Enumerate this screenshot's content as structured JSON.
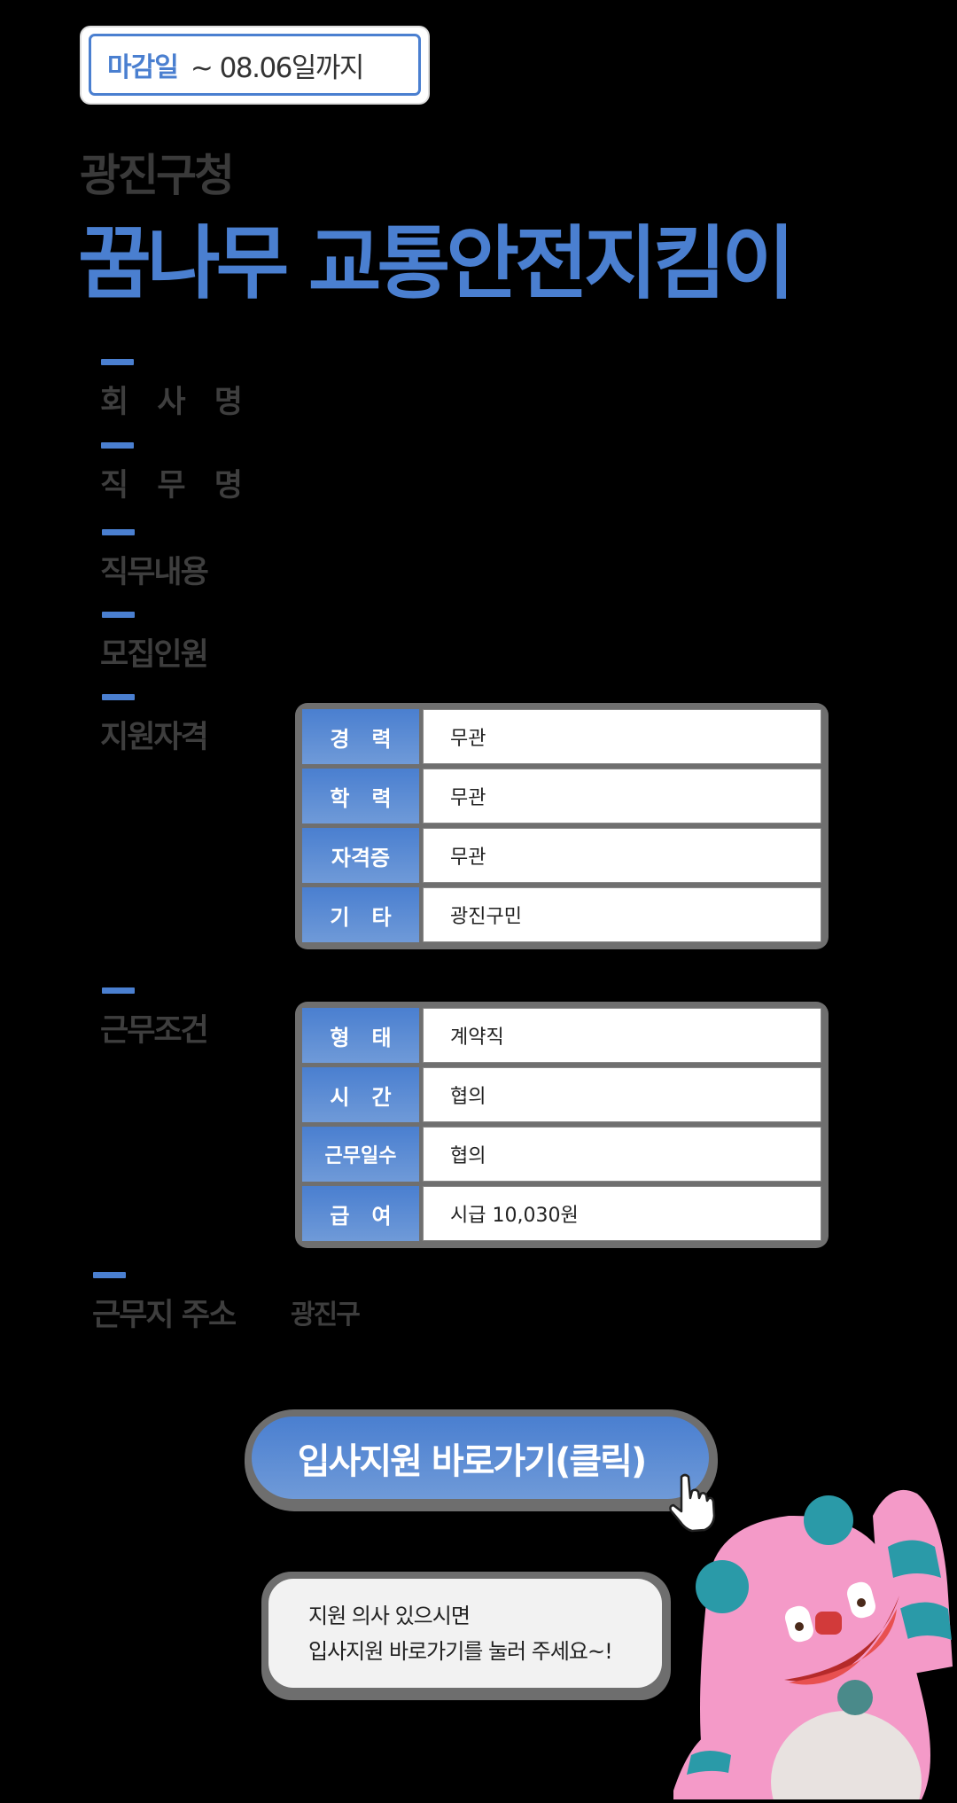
{
  "deadline": {
    "label": "마감일",
    "value": "~ 08.06일까지"
  },
  "header": {
    "organization": "광진구청",
    "title": "꿈나무 교통안전지킴이"
  },
  "fields": {
    "company_name": {
      "label": "회 사 명"
    },
    "job_title": {
      "label": "직 무 명"
    },
    "job_description": {
      "label": "직무내용"
    },
    "headcount": {
      "label": "모집인원"
    },
    "qualifications": {
      "label": "지원자격"
    },
    "work_conditions": {
      "label": "근무조건"
    },
    "work_address": {
      "label": "근무지 주소",
      "value": "광진구"
    }
  },
  "qualifications_table": {
    "rows": [
      {
        "header": "경   력",
        "value": "무관"
      },
      {
        "header": "학   력",
        "value": "무관"
      },
      {
        "header": "자격증",
        "value": "무관"
      },
      {
        "header": "기   타",
        "value": "광진구민"
      }
    ]
  },
  "conditions_table": {
    "rows": [
      {
        "header": "형   태",
        "value": "계약직"
      },
      {
        "header": "시   간",
        "value": "협의"
      },
      {
        "header": "근무일수",
        "value": "협의"
      },
      {
        "header": "급   여",
        "value": "시급 10,030원"
      }
    ]
  },
  "apply": {
    "button_label": "입사지원 바로가기(클릭)",
    "cursor_icon": "pointer-hand-icon"
  },
  "speech_bubble": {
    "line1": "지원 의사 있으시면",
    "line2": "입사지원 바로가기를 눌러 주세요~!"
  },
  "mascot": {
    "description": "pink furry monster mascot waving"
  },
  "colors": {
    "accent": "#4a7fd0",
    "label_text": "#3e3e3e",
    "background": "#000000",
    "table_border": "#6f6f6f",
    "bubble_fill": "#f2f2f2"
  }
}
